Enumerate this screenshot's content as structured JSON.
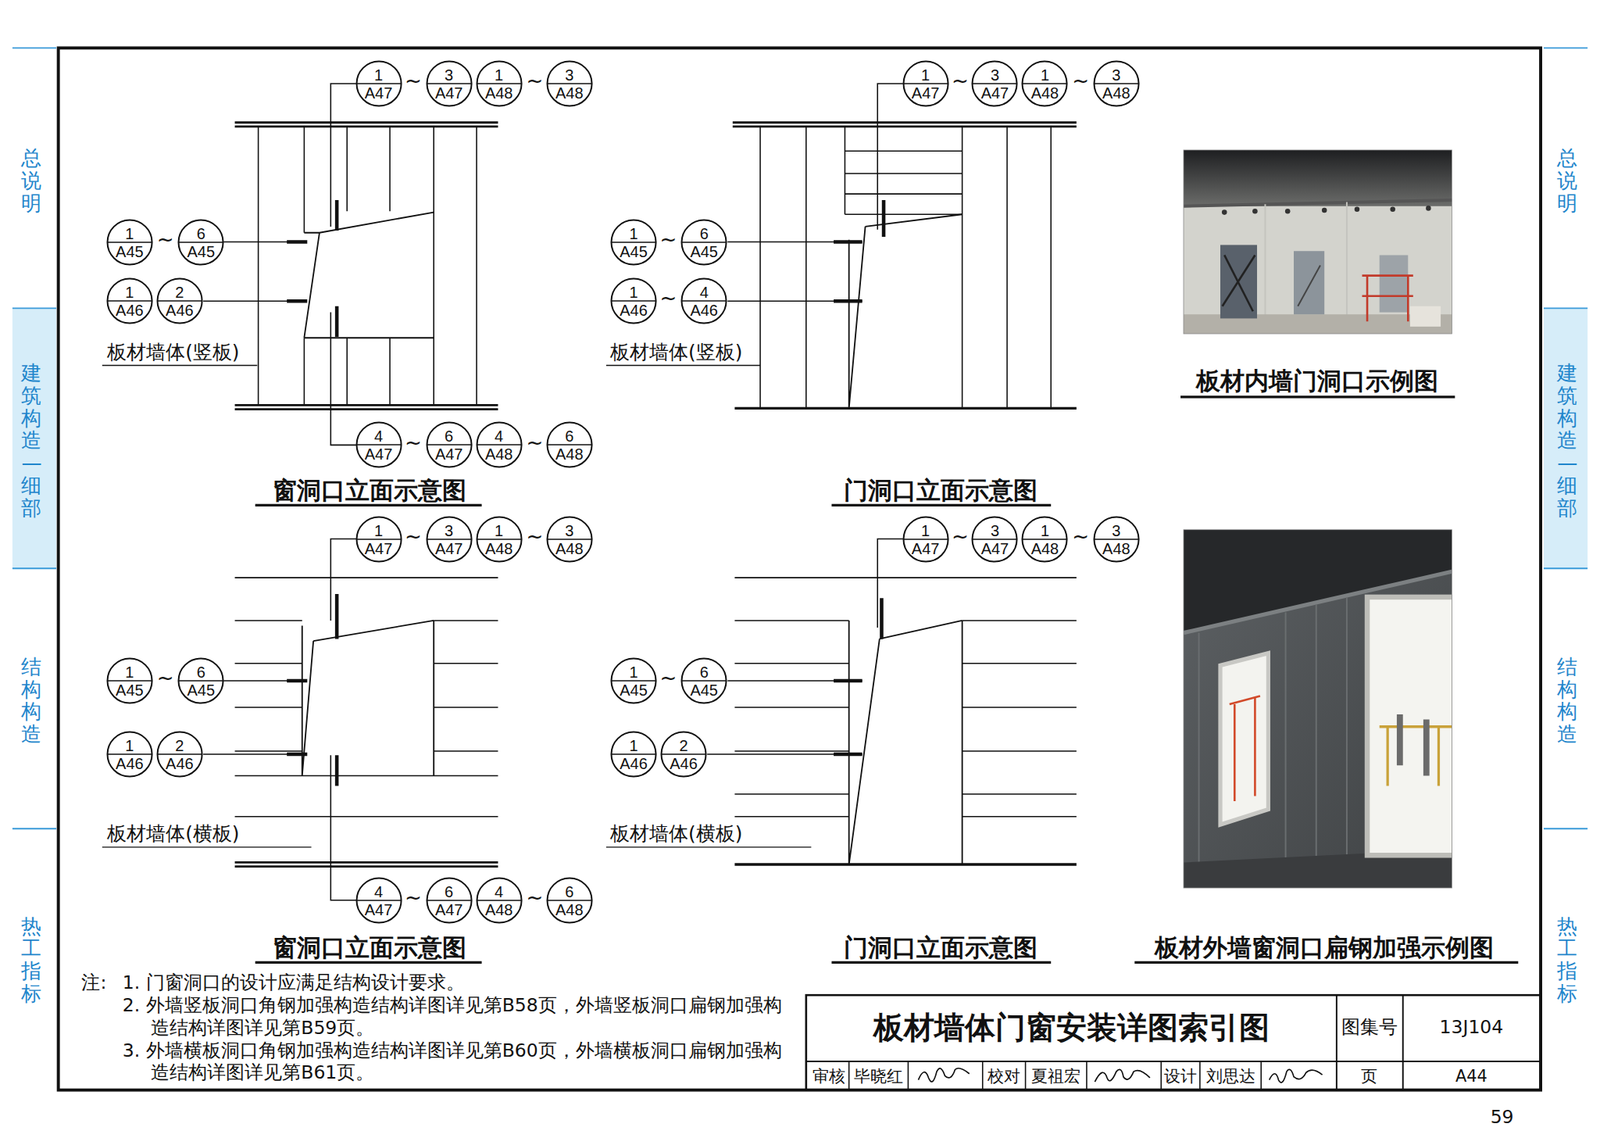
{
  "diagram": {
    "title": "板材墙体门窗安装详图索引图",
    "nodes": [
      {
        "text": [
          "1",
          "A47"
        ]
      },
      {
        "text": [
          "3",
          "A47"
        ]
      },
      {
        "text": [
          "1",
          "A48"
        ]
      },
      {
        "text": [
          "3",
          "A48"
        ]
      },
      {
        "text": [
          "1",
          "A45"
        ]
      },
      {
        "text": [
          "6",
          "A45"
        ]
      },
      {
        "text": [
          "1",
          "A46"
        ]
      },
      {
        "text": [
          "2",
          "A46"
        ]
      },
      {
        "text": [
          "4",
          "A47"
        ]
      },
      {
        "text": [
          "6",
          "A47"
        ]
      },
      {
        "text": [
          "4",
          "A48"
        ]
      },
      {
        "text": [
          "6",
          "A48"
        ]
      },
      {
        "text": [
          "1",
          "A47"
        ]
      },
      {
        "text": [
          "3",
          "A47"
        ]
      },
      {
        "text": [
          "1",
          "A48"
        ]
      },
      {
        "text": [
          "3",
          "A48"
        ]
      },
      {
        "text": [
          "1",
          "A45"
        ]
      },
      {
        "text": [
          "6",
          "A45"
        ]
      },
      {
        "text": [
          "1",
          "A46"
        ]
      },
      {
        "text": [
          "4",
          "A46"
        ]
      },
      {
        "text": [
          "1",
          "A47"
        ]
      },
      {
        "text": [
          "3",
          "A47"
        ]
      },
      {
        "text": [
          "1",
          "A48"
        ]
      },
      {
        "text": [
          "3",
          "A48"
        ]
      },
      {
        "text": [
          "1",
          "A45"
        ]
      },
      {
        "text": [
          "6",
          "A45"
        ]
      },
      {
        "text": [
          "1",
          "A46"
        ]
      },
      {
        "text": [
          "2",
          "A46"
        ]
      },
      {
        "text": [
          "4",
          "A47"
        ]
      },
      {
        "text": [
          "6",
          "A47"
        ]
      },
      {
        "text": [
          "4",
          "A48"
        ]
      },
      {
        "text": [
          "6",
          "A48"
        ]
      },
      {
        "text": [
          "1",
          "A47"
        ]
      },
      {
        "text": [
          "3",
          "A47"
        ]
      },
      {
        "text": [
          "1",
          "A48"
        ]
      },
      {
        "text": [
          "3",
          "A48"
        ]
      },
      {
        "text": [
          "1",
          "A45"
        ]
      },
      {
        "text": [
          "6",
          "A45"
        ]
      },
      {
        "text": [
          "1",
          "A46"
        ]
      },
      {
        "text": [
          "2",
          "A46"
        ]
      }
    ],
    "labels": [
      "总说明",
      "建筑构造—细部",
      "结构构造",
      "热工指标",
      "总说明",
      "建筑构造—细部",
      "结构构造",
      "热工指标",
      "~",
      "~",
      "~",
      "板材墙体(竖板)",
      "~",
      "~",
      "窗洞口立面示意图",
      "~",
      "~",
      "~",
      "~",
      "板材墙体(竖板)",
      "门洞口立面示意图",
      "板材内墙门洞口示例图",
      "~",
      "~",
      "~",
      "板材墙体(横板)",
      "~",
      "~",
      "窗洞口立面示意图",
      "~",
      "~",
      "~",
      "板材墙体(横板)",
      "门洞口立面示意图",
      "板材外墙窗洞口扁钢加强示例图",
      "注:",
      "1. 门窗洞口的设计应满足结构设计要求。",
      "2. 外墙竖板洞口角钢加强构造结构详图详见第B58页，外墙竖板洞口扁钢加强构造结构详图详见第B59页。",
      "3. 外墙横板洞口角钢加强构造结构详图详见第B60页，外墙横板洞口扁钢加强构造结构详图详见第B61页。",
      "图集号",
      "13J104",
      "审核",
      "毕晓红",
      "校对",
      "夏祖宏",
      "设计",
      "刘思达",
      "页",
      "A44",
      "59"
    ]
  }
}
